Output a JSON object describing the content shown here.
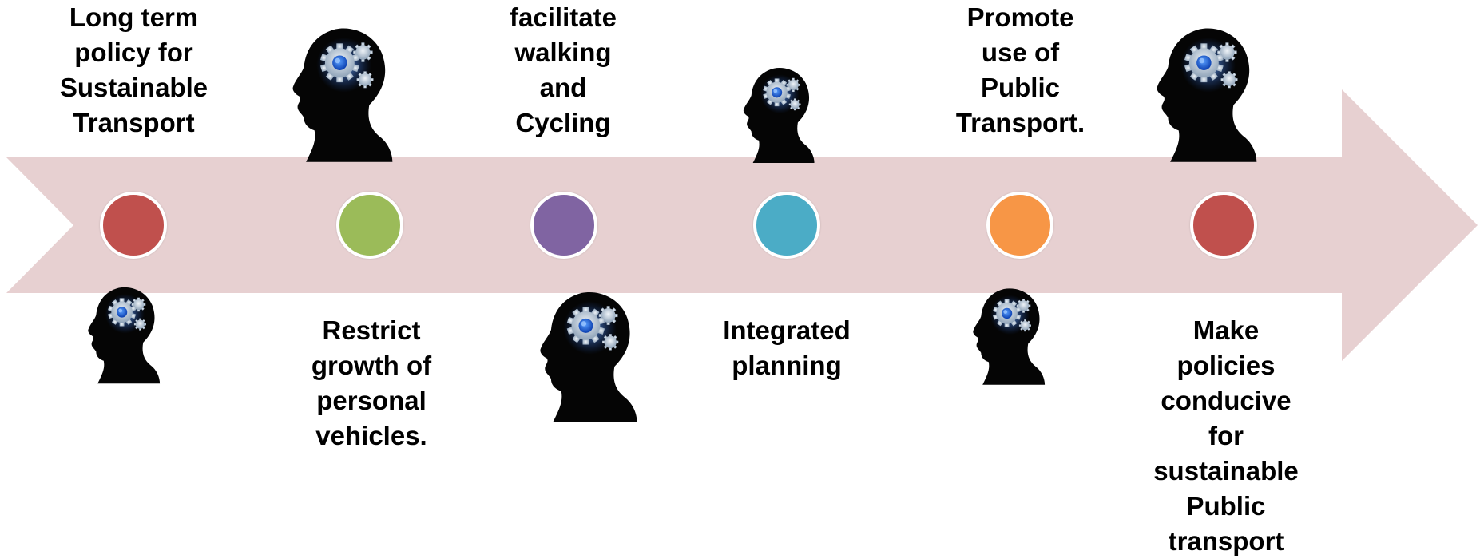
{
  "arrow": {
    "color": "#e7d0d1"
  },
  "steps": [
    {
      "lines": [
        "Long term",
        "policy for",
        "Sustainable",
        "Transport"
      ],
      "color": "#c0504d",
      "icon": "thinking-head-gears-icon"
    },
    {
      "lines": [
        "Restrict",
        "growth of",
        "personal",
        "vehicles."
      ],
      "color": "#9bbb59",
      "icon": "thinking-head-gears-icon"
    },
    {
      "lines": [
        "facilitate",
        "walking",
        "and",
        "Cycling"
      ],
      "color": "#8064a2",
      "icon": "thinking-head-gears-icon"
    },
    {
      "lines": [
        "Integrated",
        "planning"
      ],
      "color": "#4bacc6",
      "icon": "thinking-head-gears-icon"
    },
    {
      "lines": [
        "Promote",
        "use of",
        "Public",
        "Transport."
      ],
      "color": "#f79646",
      "icon": "thinking-head-gears-icon"
    },
    {
      "lines": [
        "Make",
        "policies",
        "conducive",
        "for",
        "sustainable",
        "Public",
        "transport"
      ],
      "color": "#c0504d",
      "icon": "thinking-head-gears-icon"
    }
  ]
}
